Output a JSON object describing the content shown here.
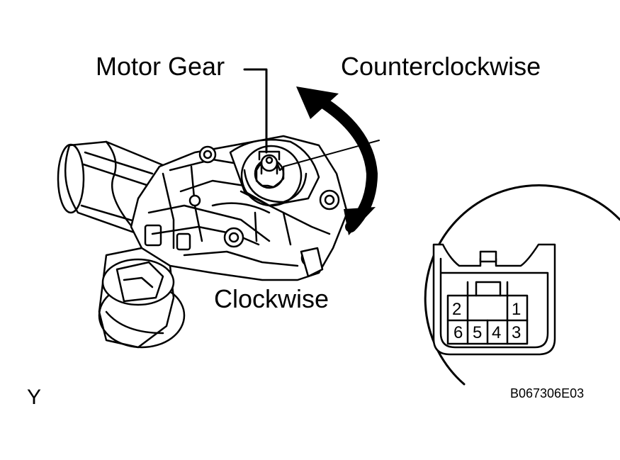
{
  "labels": {
    "motor_gear": "Motor Gear",
    "counterclockwise": "Counterclockwise",
    "clockwise": "Clockwise",
    "view_letter": "Y",
    "figure_code": "B067306E03"
  },
  "connector": {
    "pins_top": [
      "2",
      "1"
    ],
    "pins_bottom": [
      "6",
      "5",
      "4",
      "3"
    ]
  },
  "colors": {
    "line": "#000000",
    "background": "#ffffff"
  }
}
